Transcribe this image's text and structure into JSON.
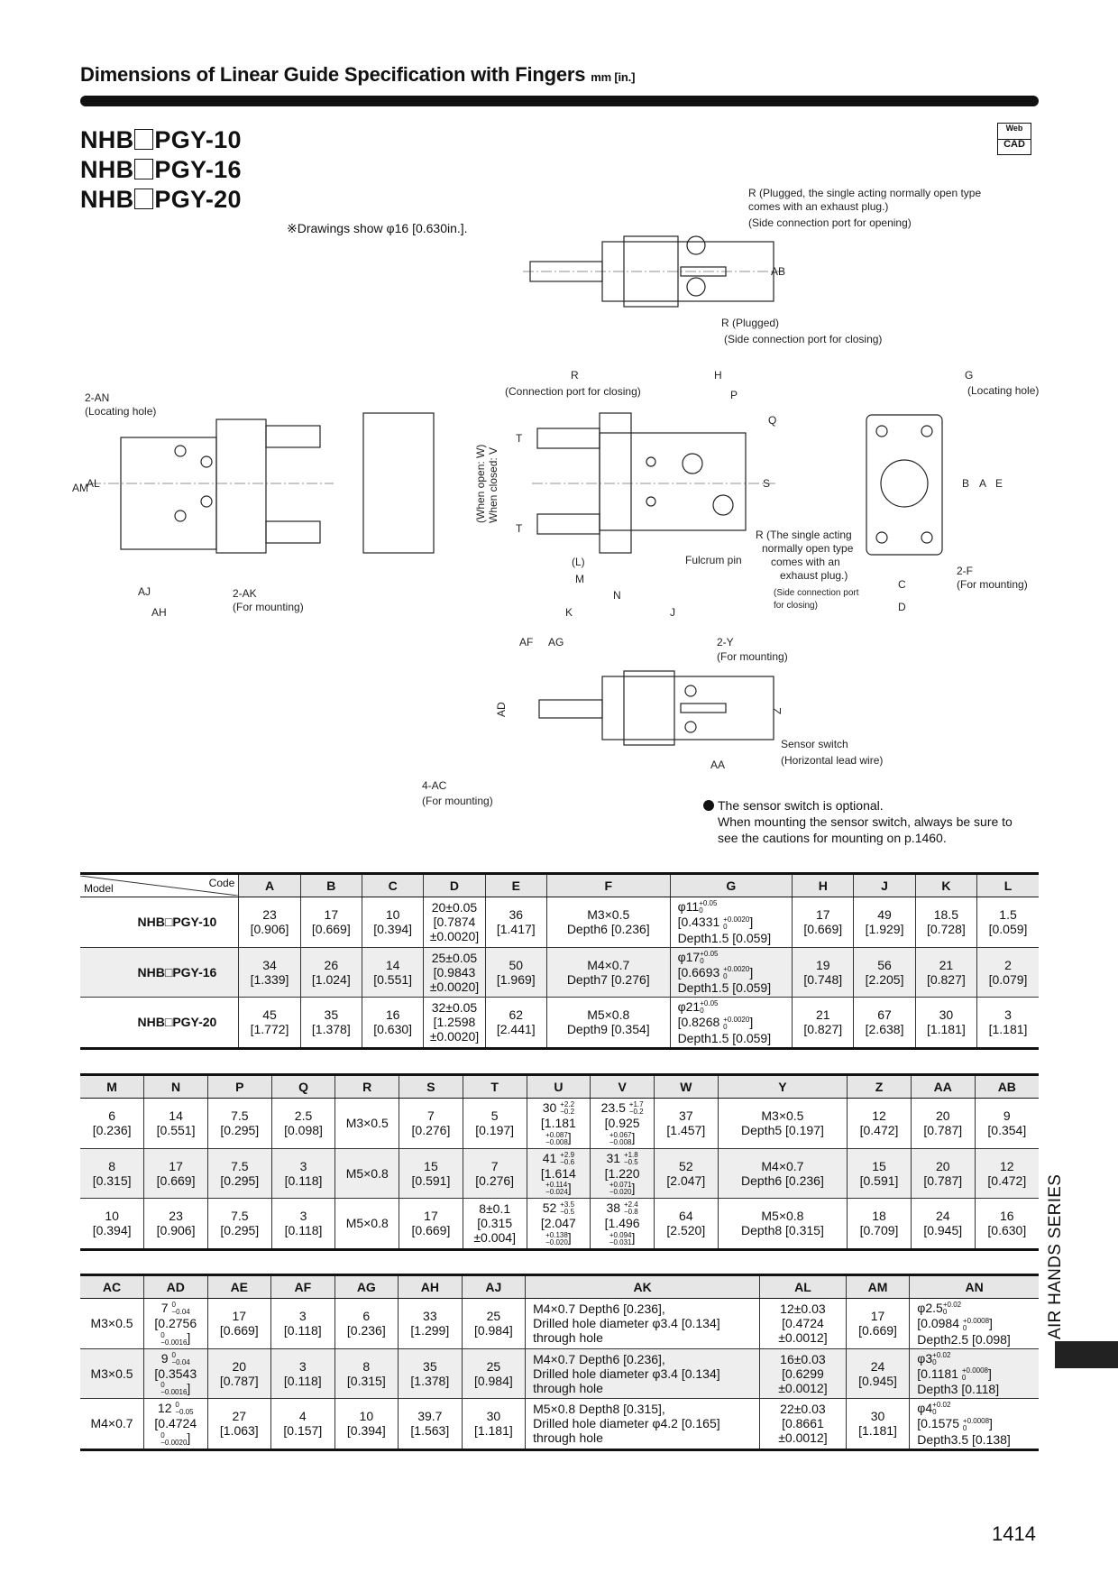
{
  "header": {
    "title": "Dimensions of Linear Guide Specification with Fingers",
    "units": "mm [in.]"
  },
  "models": [
    "NHB",
    "PGY-10",
    "PGY-16",
    "PGY-20"
  ],
  "web_cad": {
    "top": "Web",
    "bottom": "CAD"
  },
  "drawing_note": "※Drawings show φ16 [0.630in.].",
  "drawing_labels": {
    "r_plugged_open_1": "R (Plugged, the single acting normally open type",
    "r_plugged_open_2": "comes with an exhaust plug.)",
    "r_plugged_open_3": "(Side connection port for opening)",
    "ab": "AB",
    "r_plugged": "R (Plugged)",
    "side_closing": "(Side connection port for closing)",
    "an": "2-AN",
    "an_sub": "(Locating hole)",
    "am": "AM",
    "al": "AL",
    "aj": "AJ",
    "ah": "AH",
    "ak": "2-AK",
    "ak_sub": "(For mounting)",
    "when_open": "(When open: W)",
    "when_closed": "When closed: V",
    "r_conn": "R",
    "r_conn_sub": "(Connection port for closing)",
    "h": "H",
    "p": "P",
    "q": "Q",
    "t1": "T",
    "t2": "T",
    "s": "S",
    "r_single_1": "R (The single acting",
    "r_single_2": "normally open type",
    "r_single_3": "comes with an",
    "r_single_4": "exhaust plug.)",
    "r_single_5": "(Side connection port",
    "r_single_6": "for closing)",
    "fulcrum": "Fulcrum pin",
    "l": "(L)",
    "m": "M",
    "n": "N",
    "k": "K",
    "j": "J",
    "g": "G",
    "g_sub": "(Locating hole)",
    "b": "B",
    "a": "A",
    "e": "E",
    "f": "2-F",
    "f_sub": "(For mounting)",
    "c": "C",
    "d": "D",
    "af": "AF",
    "ag": "AG",
    "y": "2-Y",
    "y_sub": "(For mounting)",
    "ad": "AD",
    "z": "Z",
    "sensor": "Sensor switch",
    "sensor_sub": "(Horizontal lead wire)",
    "aa": "AA",
    "ac": "4-AC",
    "ac_sub": "(For mounting)"
  },
  "sensor_note": {
    "line1": "The sensor switch is optional.",
    "line2": "When mounting the sensor switch, always be sure to",
    "line3": "see the cautions for mounting on p.1460."
  },
  "table1": {
    "corner_model": "Model",
    "corner_code": "Code",
    "headers": [
      "A",
      "B",
      "C",
      "D",
      "E",
      "F",
      "G",
      "H",
      "J",
      "K",
      "L"
    ],
    "rows": [
      {
        "model": "NHB□PGY-10",
        "cells": [
          [
            "23",
            "[0.906]"
          ],
          [
            "17",
            "[0.669]"
          ],
          [
            "10",
            "[0.394]"
          ],
          [
            "20±0.05",
            "[0.7874",
            "±0.0020]"
          ],
          [
            "36",
            "[1.417]"
          ],
          [
            "M3×0.5",
            "Depth6 [0.236]"
          ],
          [
            {
              "t": "φ11",
              "up": "+0.05",
              "lo": "0"
            },
            {
              "t": "[0.4331 ",
              "up": "+0.0020",
              "lo": "0",
              "after": "]"
            },
            "Depth1.5 [0.059]"
          ],
          [
            "17",
            "[0.669]"
          ],
          [
            "49",
            "[1.929]"
          ],
          [
            "18.5",
            "[0.728]"
          ],
          [
            "1.5",
            "[0.059]"
          ]
        ]
      },
      {
        "model": "NHB□PGY-16",
        "cells": [
          [
            "34",
            "[1.339]"
          ],
          [
            "26",
            "[1.024]"
          ],
          [
            "14",
            "[0.551]"
          ],
          [
            "25±0.05",
            "[0.9843",
            "±0.0020]"
          ],
          [
            "50",
            "[1.969]"
          ],
          [
            "M4×0.7",
            "Depth7 [0.276]"
          ],
          [
            {
              "t": "φ17",
              "up": "+0.05",
              "lo": "0"
            },
            {
              "t": "[0.6693 ",
              "up": "+0.0020",
              "lo": "0",
              "after": "]"
            },
            "Depth1.5 [0.059]"
          ],
          [
            "19",
            "[0.748]"
          ],
          [
            "56",
            "[2.205]"
          ],
          [
            "21",
            "[0.827]"
          ],
          [
            "2",
            "[0.079]"
          ]
        ]
      },
      {
        "model": "NHB□PGY-20",
        "cells": [
          [
            "45",
            "[1.772]"
          ],
          [
            "35",
            "[1.378]"
          ],
          [
            "16",
            "[0.630]"
          ],
          [
            "32±0.05",
            "[1.2598",
            "±0.0020]"
          ],
          [
            "62",
            "[2.441]"
          ],
          [
            "M5×0.8",
            "Depth9 [0.354]"
          ],
          [
            {
              "t": "φ21",
              "up": "+0.05",
              "lo": "0"
            },
            {
              "t": "[0.8268 ",
              "up": "+0.0020",
              "lo": "0",
              "after": "]"
            },
            "Depth1.5 [0.059]"
          ],
          [
            "21",
            "[0.827]"
          ],
          [
            "67",
            "[2.638]"
          ],
          [
            "30",
            "[1.181]"
          ],
          [
            "3",
            "[1.181]"
          ]
        ]
      }
    ]
  },
  "table2": {
    "headers": [
      "M",
      "N",
      "P",
      "Q",
      "R",
      "S",
      "T",
      "U",
      "V",
      "W",
      "Y",
      "Z",
      "AA",
      "AB"
    ],
    "rows": [
      {
        "cells": [
          [
            "6",
            "[0.236]"
          ],
          [
            "14",
            "[0.551]"
          ],
          [
            "7.5",
            "[0.295]"
          ],
          [
            "2.5",
            "[0.098]"
          ],
          [
            "M3×0.5"
          ],
          [
            "7",
            "[0.276]"
          ],
          [
            "5",
            "[0.197]"
          ],
          [
            {
              "t": "30 ",
              "up": "+2.2",
              "lo": "−0.2"
            },
            "[1.181",
            {
              "t": "",
              "up": "+0.087",
              "lo": "−0.008",
              "after": "]"
            }
          ],
          [
            {
              "t": "23.5 ",
              "up": "+1.7",
              "lo": "−0.2"
            },
            "[0.925",
            {
              "t": "",
              "up": "+0.067",
              "lo": "−0.008",
              "after": "]"
            }
          ],
          [
            "37",
            "[1.457]"
          ],
          [
            "M3×0.5",
            "Depth5 [0.197]"
          ],
          [
            "12",
            "[0.472]"
          ],
          [
            "20",
            "[0.787]"
          ],
          [
            "9",
            "[0.354]"
          ]
        ]
      },
      {
        "cells": [
          [
            "8",
            "[0.315]"
          ],
          [
            "17",
            "[0.669]"
          ],
          [
            "7.5",
            "[0.295]"
          ],
          [
            "3",
            "[0.118]"
          ],
          [
            "M5×0.8"
          ],
          [
            "15",
            "[0.591]"
          ],
          [
            "7",
            "[0.276]"
          ],
          [
            {
              "t": "41 ",
              "up": "+2.9",
              "lo": "−0.6"
            },
            "[1.614",
            {
              "t": "",
              "up": "+0.114",
              "lo": "−0.024",
              "after": "]"
            }
          ],
          [
            {
              "t": "31 ",
              "up": "+1.8",
              "lo": "−0.5"
            },
            "[1.220",
            {
              "t": "",
              "up": "+0.071",
              "lo": "−0.020",
              "after": "]"
            }
          ],
          [
            "52",
            "[2.047]"
          ],
          [
            "M4×0.7",
            "Depth6 [0.236]"
          ],
          [
            "15",
            "[0.591]"
          ],
          [
            "20",
            "[0.787]"
          ],
          [
            "12",
            "[0.472]"
          ]
        ]
      },
      {
        "cells": [
          [
            "10",
            "[0.394]"
          ],
          [
            "23",
            "[0.906]"
          ],
          [
            "7.5",
            "[0.295]"
          ],
          [
            "3",
            "[0.118]"
          ],
          [
            "M5×0.8"
          ],
          [
            "17",
            "[0.669]"
          ],
          [
            "8±0.1",
            "[0.315",
            "±0.004]"
          ],
          [
            {
              "t": "52 ",
              "up": "+3.5",
              "lo": "−0.5"
            },
            "[2.047",
            {
              "t": "",
              "up": "+0.138",
              "lo": "−0.020",
              "after": "]"
            }
          ],
          [
            {
              "t": "38 ",
              "up": "+2.4",
              "lo": "−0.8"
            },
            "[1.496",
            {
              "t": "",
              "up": "+0.094",
              "lo": "−0.031",
              "after": "]"
            }
          ],
          [
            "64",
            "[2.520]"
          ],
          [
            "M5×0.8",
            "Depth8 [0.315]"
          ],
          [
            "18",
            "[0.709]"
          ],
          [
            "24",
            "[0.945]"
          ],
          [
            "16",
            "[0.630]"
          ]
        ]
      }
    ]
  },
  "table3": {
    "headers": [
      "AC",
      "AD",
      "AE",
      "AF",
      "AG",
      "AH",
      "AJ",
      "AK",
      "AL",
      "AM",
      "AN"
    ],
    "rows": [
      {
        "cells": [
          [
            "M3×0.5"
          ],
          [
            {
              "t": "7 ",
              "up": "0",
              "lo": "−0.04"
            },
            "[0.2756",
            {
              "t": "",
              "up": "0",
              "lo": "−0.0016",
              "after": "]"
            }
          ],
          [
            "17",
            "[0.669]"
          ],
          [
            "3",
            "[0.118]"
          ],
          [
            "6",
            "[0.236]"
          ],
          [
            "33",
            "[1.299]"
          ],
          [
            "25",
            "[0.984]"
          ],
          [
            "M4×0.7  Depth6 [0.236],",
            "Drilled hole diameter φ3.4 [0.134]",
            "through hole"
          ],
          [
            "12±0.03",
            "[0.4724",
            "±0.0012]"
          ],
          [
            "17",
            "[0.669]"
          ],
          [
            {
              "t": "φ2.5",
              "up": "+0.02",
              "lo": "0"
            },
            {
              "t": "[0.0984 ",
              "up": "+0.0008",
              "lo": "0",
              "after": "]"
            },
            "Depth2.5 [0.098]"
          ]
        ]
      },
      {
        "cells": [
          [
            "M3×0.5"
          ],
          [
            {
              "t": "9 ",
              "up": "0",
              "lo": "−0.04"
            },
            "[0.3543",
            {
              "t": "",
              "up": "0",
              "lo": "−0.0016",
              "after": "]"
            }
          ],
          [
            "20",
            "[0.787]"
          ],
          [
            "3",
            "[0.118]"
          ],
          [
            "8",
            "[0.315]"
          ],
          [
            "35",
            "[1.378]"
          ],
          [
            "25",
            "[0.984]"
          ],
          [
            "M4×0.7  Depth6 [0.236],",
            "Drilled hole diameter φ3.4 [0.134]",
            "through hole"
          ],
          [
            "16±0.03",
            "[0.6299",
            "±0.0012]"
          ],
          [
            "24",
            "[0.945]"
          ],
          [
            {
              "t": "φ3",
              "up": "+0.02",
              "lo": "0"
            },
            {
              "t": "[0.1181 ",
              "up": "+0.0008",
              "lo": "0",
              "after": "]"
            },
            "Depth3 [0.118]"
          ]
        ]
      },
      {
        "cells": [
          [
            "M4×0.7"
          ],
          [
            {
              "t": "12 ",
              "up": "0",
              "lo": "−0.05"
            },
            "[0.4724",
            {
              "t": "",
              "up": "0",
              "lo": "−0.0020",
              "after": "]"
            }
          ],
          [
            "27",
            "[1.063]"
          ],
          [
            "4",
            "[0.157]"
          ],
          [
            "10",
            "[0.394]"
          ],
          [
            "39.7",
            "[1.563]"
          ],
          [
            "30",
            "[1.181]"
          ],
          [
            "M5×0.8  Depth8 [0.315],",
            "Drilled hole diameter φ4.2 [0.165]",
            "through hole"
          ],
          [
            "22±0.03",
            "[0.8661",
            "±0.0012]"
          ],
          [
            "30",
            "[1.181]"
          ],
          [
            {
              "t": "φ4",
              "up": "+0.02",
              "lo": "0"
            },
            {
              "t": "[0.1575 ",
              "up": "+0.0008",
              "lo": "0",
              "after": "]"
            },
            "Depth3.5 [0.138]"
          ]
        ]
      }
    ]
  },
  "side_label": "AIR HANDS SERIES",
  "page_number": "1414"
}
